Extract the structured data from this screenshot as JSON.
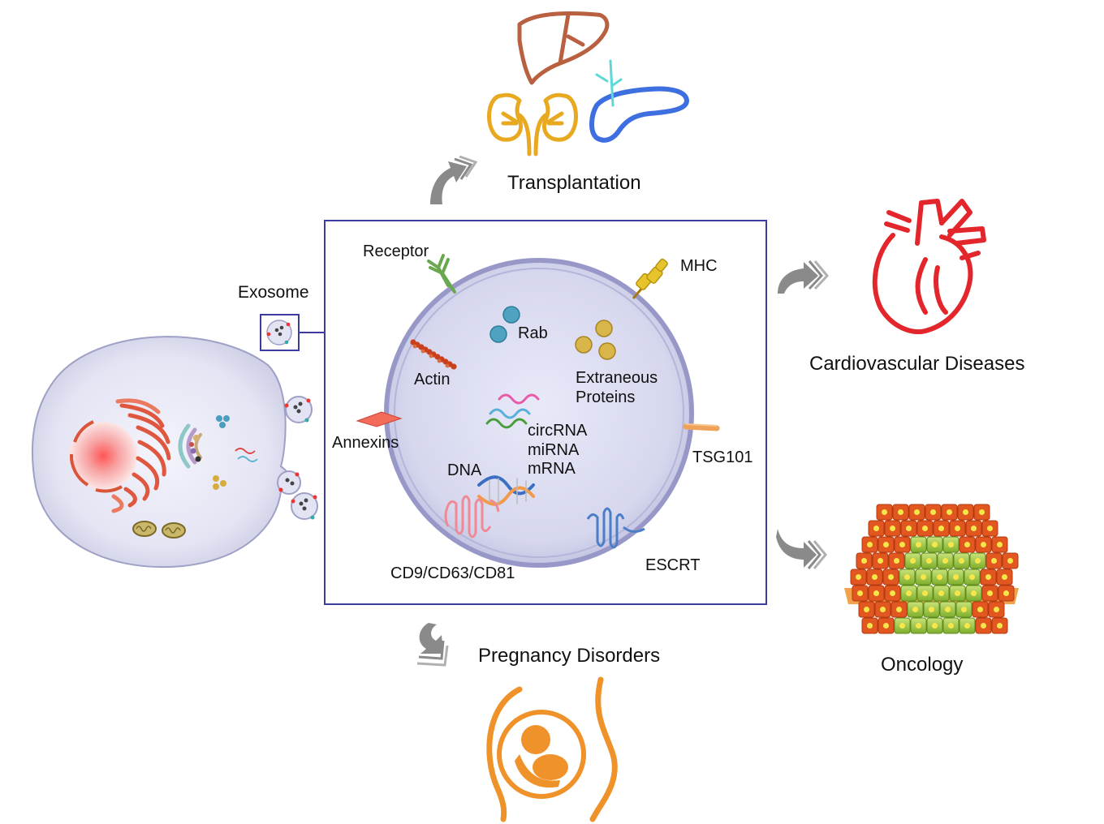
{
  "outcomes": {
    "transplantation": "Transplantation",
    "cardiovascular": "Cardiovascular Diseases",
    "oncology": "Oncology",
    "pregnancy": "Pregnancy Disorders"
  },
  "cell": {
    "exosome_label": "Exosome"
  },
  "exosome": {
    "receptor": "Receptor",
    "mhc": "MHC",
    "rab": "Rab",
    "actin": "Actin",
    "extraneous_line1": "Extraneous",
    "extraneous_line2": "Proteins",
    "annexins": "Annexins",
    "tsg101": "TSG101",
    "circrna": "circRNA",
    "mirna": "miRNA",
    "mrna": "mRNA",
    "dna": "DNA",
    "tetraspanins": "CD9/CD63/CD81",
    "escrt": "ESCRT"
  },
  "colors": {
    "panel_border": "#3c3c9e",
    "exosome_fill": "#d9daf0",
    "exosome_rim": "#9898c8",
    "heart": "#e3262b",
    "liver": "#b8603f",
    "kidney": "#e8a920",
    "pancreas": "#3d6fe0",
    "pregnancy": "#f0922a",
    "tumor_orange": "#e2561f",
    "tumor_green": "#9cc63a",
    "arrow_grey": "#8a8a8a"
  }
}
